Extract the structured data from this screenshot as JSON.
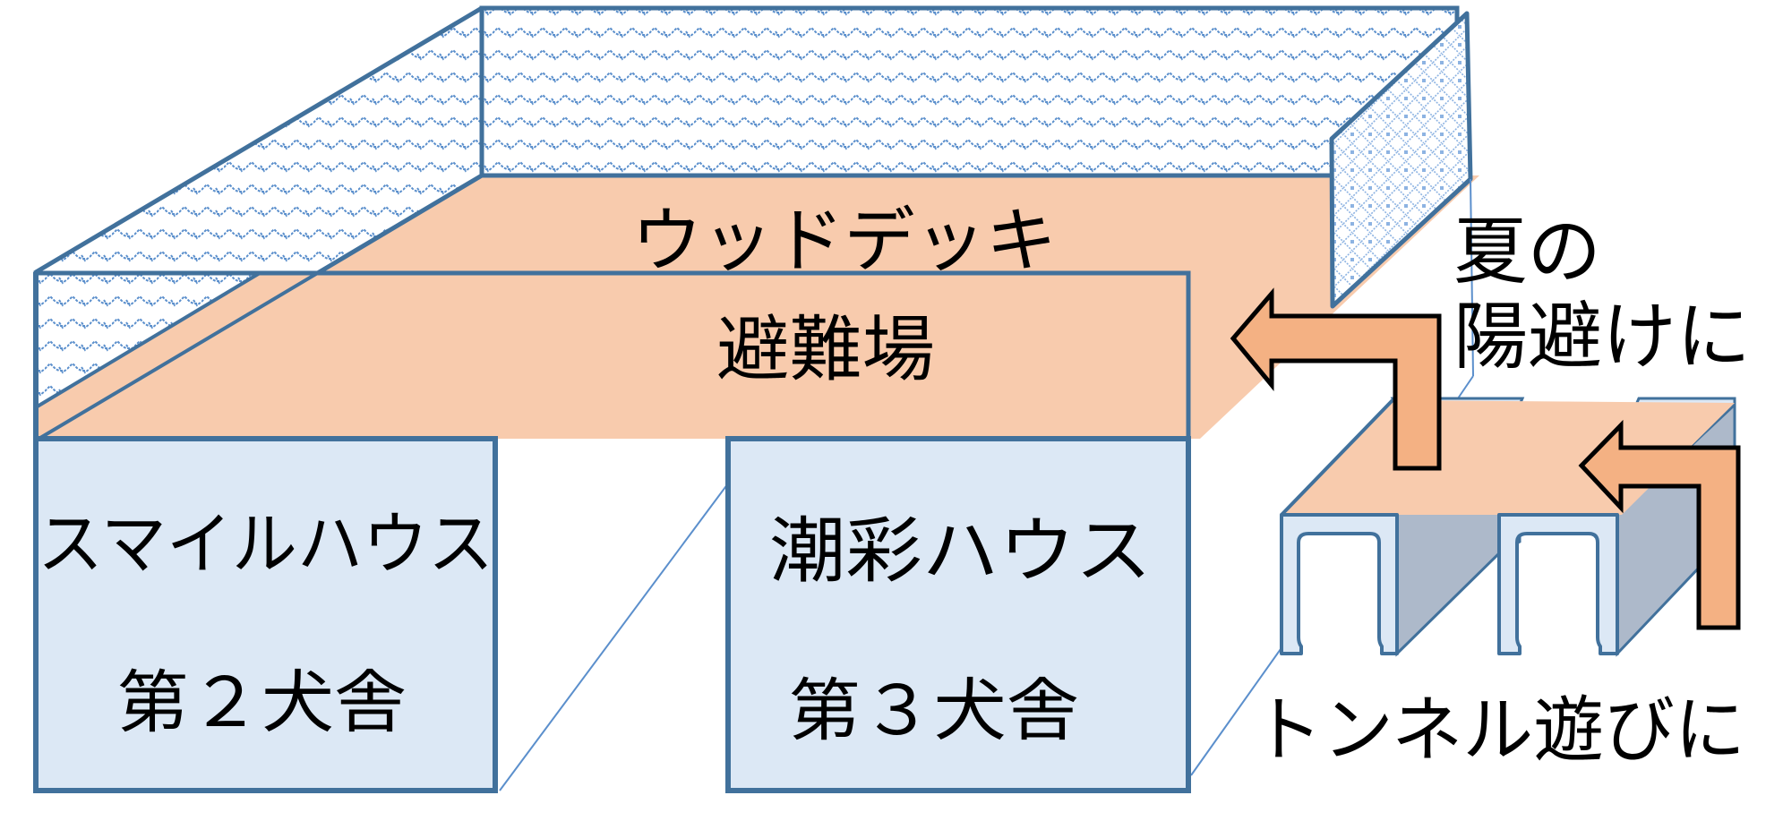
{
  "diagram": {
    "labels": {
      "wood_deck": "ウッドデッキ",
      "shelter": "避難場",
      "house_left_name": "スマイルハウス",
      "house_left_kennel": "第２犬舎",
      "house_right_name": "潮彩ハウス",
      "house_right_kennel": "第３犬舎",
      "summer_line1": "夏の",
      "summer_line2": "陽避けに",
      "tunnel_caption": "トンネル遊びに"
    },
    "colors": {
      "outline": "#41719C",
      "deck_floor": "#F8CBAD",
      "house_fill": "#DCE8F5",
      "arrow_fill": "#F4B183",
      "tunnel_side": "#ADB9CA",
      "fence_pattern": "#5B8FCC",
      "text": "#000000"
    }
  }
}
